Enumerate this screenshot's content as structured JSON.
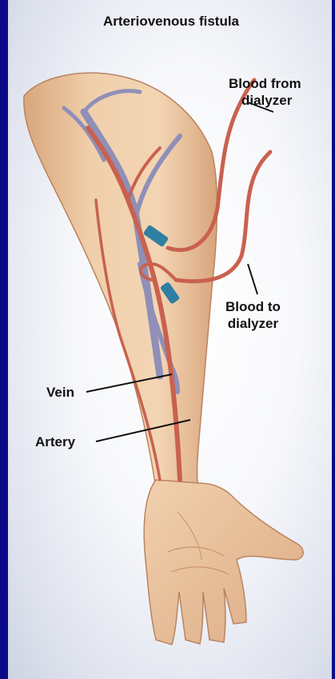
{
  "title": "Arteriovenous fistula",
  "labels": {
    "blood_from_line1": "Blood from",
    "blood_from_line2": "dialyzer",
    "blood_to_line1": "Blood to",
    "blood_to_line2": "dialyzer",
    "vein": "Vein",
    "artery": "Artery"
  },
  "colors": {
    "background_border": "#0b0b8a",
    "skin": "#eec9a2",
    "artery": "#c9614f",
    "vein": "#8f8fb8",
    "needle": "#2f7fa2"
  }
}
